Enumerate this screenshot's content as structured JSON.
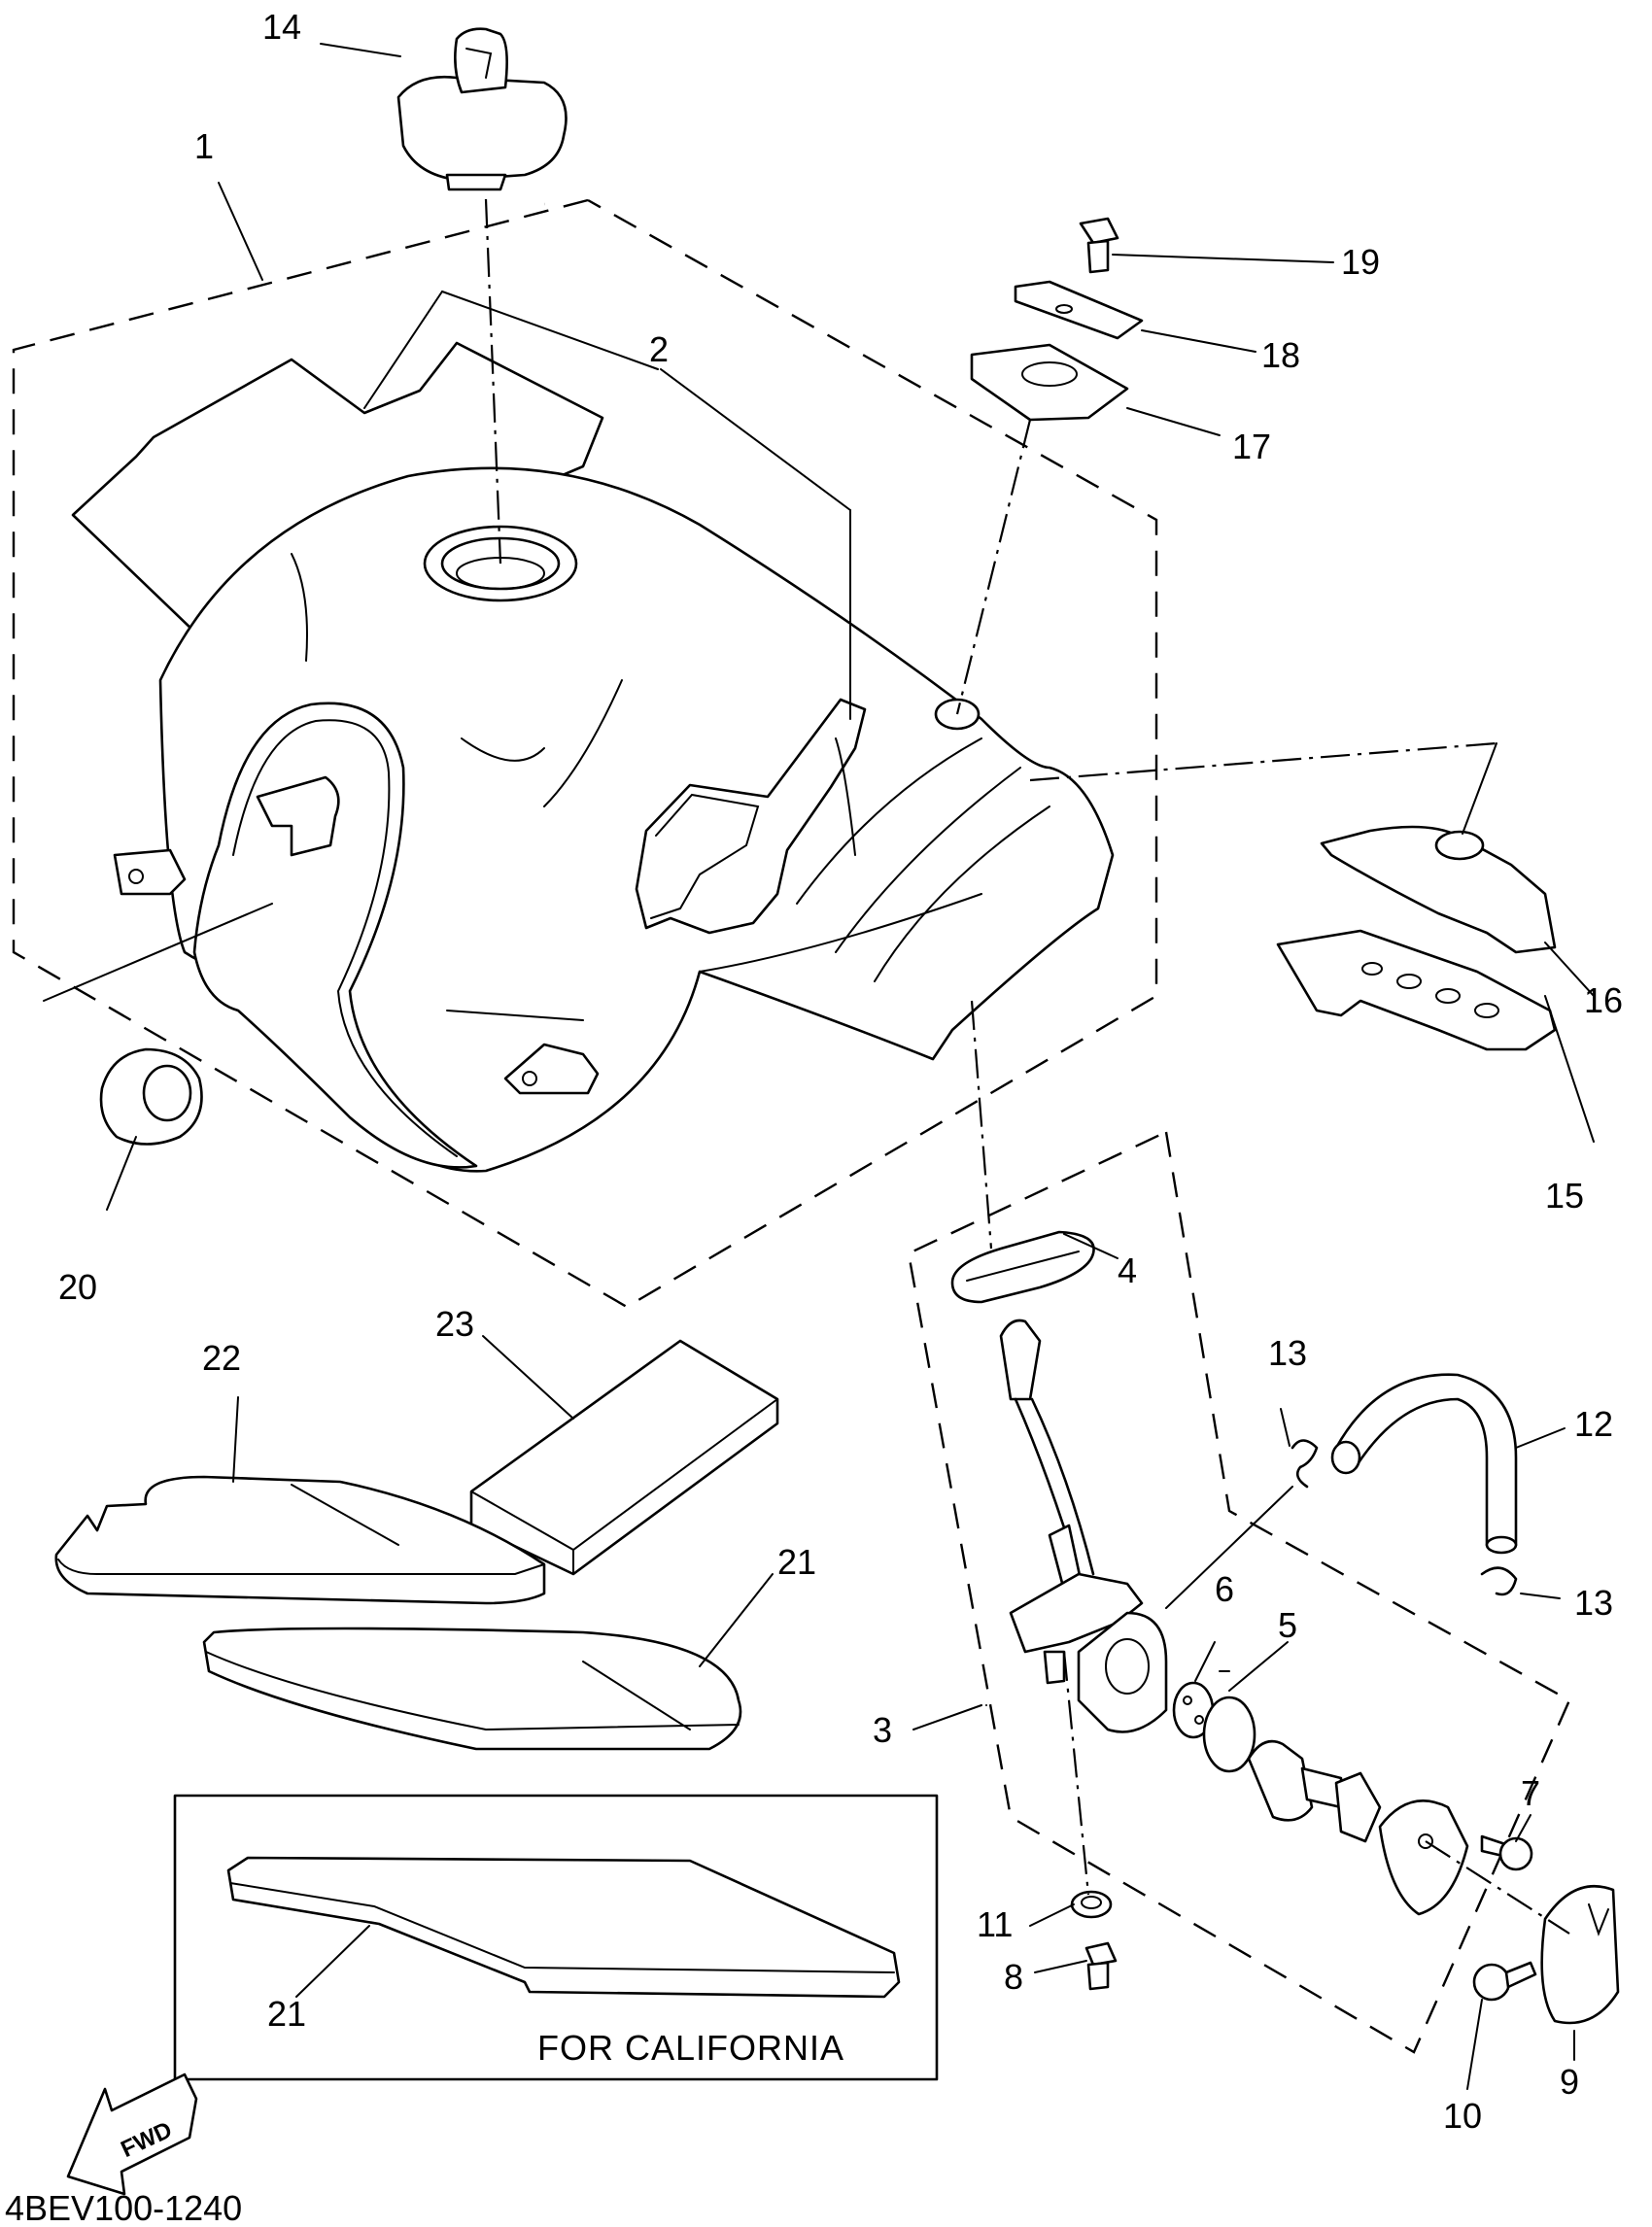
{
  "diagram": {
    "code": "4BEV100-1240",
    "note": "FOR CALIFORNIA",
    "direction_label": "FWD",
    "callouts": [
      {
        "id": "c1",
        "label": "1"
      },
      {
        "id": "c2",
        "label": "2"
      },
      {
        "id": "c3",
        "label": "3"
      },
      {
        "id": "c4",
        "label": "4"
      },
      {
        "id": "c5",
        "label": "5"
      },
      {
        "id": "c6",
        "label": "6"
      },
      {
        "id": "c7",
        "label": "7"
      },
      {
        "id": "c8",
        "label": "8"
      },
      {
        "id": "c9",
        "label": "9"
      },
      {
        "id": "c10",
        "label": "10"
      },
      {
        "id": "c11",
        "label": "11"
      },
      {
        "id": "c12",
        "label": "12"
      },
      {
        "id": "c13a",
        "label": "13"
      },
      {
        "id": "c13b",
        "label": "13"
      },
      {
        "id": "c14",
        "label": "14"
      },
      {
        "id": "c15",
        "label": "15"
      },
      {
        "id": "c16",
        "label": "16"
      },
      {
        "id": "c17",
        "label": "17"
      },
      {
        "id": "c18",
        "label": "18"
      },
      {
        "id": "c19",
        "label": "19"
      },
      {
        "id": "c20",
        "label": "20"
      },
      {
        "id": "c21a",
        "label": "21"
      },
      {
        "id": "c21b",
        "label": "21"
      },
      {
        "id": "c22",
        "label": "22"
      },
      {
        "id": "c23",
        "label": "23"
      }
    ]
  }
}
